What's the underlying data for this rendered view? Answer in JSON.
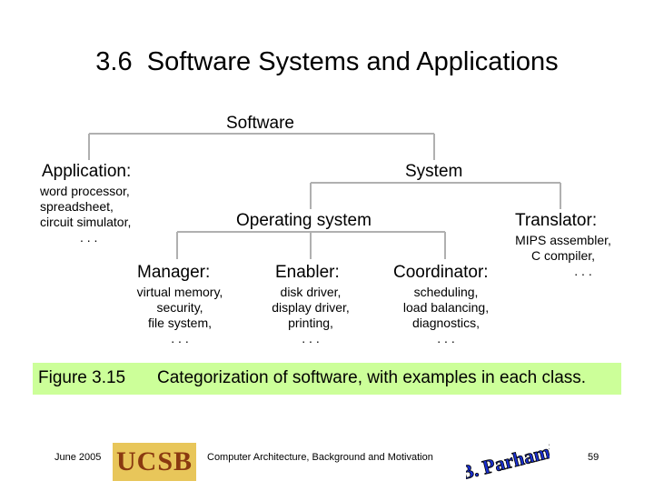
{
  "slide": {
    "title": "3.6  Software Systems and Applications"
  },
  "diagram": {
    "software": "Software",
    "application": {
      "title": "Application:",
      "examples": [
        "word processor,",
        "spreadsheet,",
        "circuit simulator,",
        ". . ."
      ]
    },
    "system": "System",
    "operating_system": "Operating system",
    "translator": {
      "title": "Translator:",
      "examples": [
        "MIPS assembler,",
        "C compiler,",
        ". . ."
      ]
    },
    "manager": {
      "title": "Manager:",
      "examples": [
        "virtual memory,",
        "security,",
        "file system,",
        ". . ."
      ]
    },
    "enabler": {
      "title": "Enabler:",
      "examples": [
        "disk driver,",
        "display driver,",
        "printing,",
        ". . ."
      ]
    },
    "coordinator": {
      "title": "Coordinator:",
      "examples": [
        "scheduling,",
        "load balancing,",
        "diagnostics,",
        ". . ."
      ]
    },
    "line_color": "#b0b0b0"
  },
  "caption": {
    "figure": "Figure 3.15",
    "text": "Categorization of software, with examples in each class.",
    "background": "#ccff99"
  },
  "footer": {
    "date": "June 2005",
    "course": "Computer Architecture, Background and Motivation",
    "page": "59",
    "logo_left": "UCSB",
    "logo_right": "B. Parhami"
  }
}
